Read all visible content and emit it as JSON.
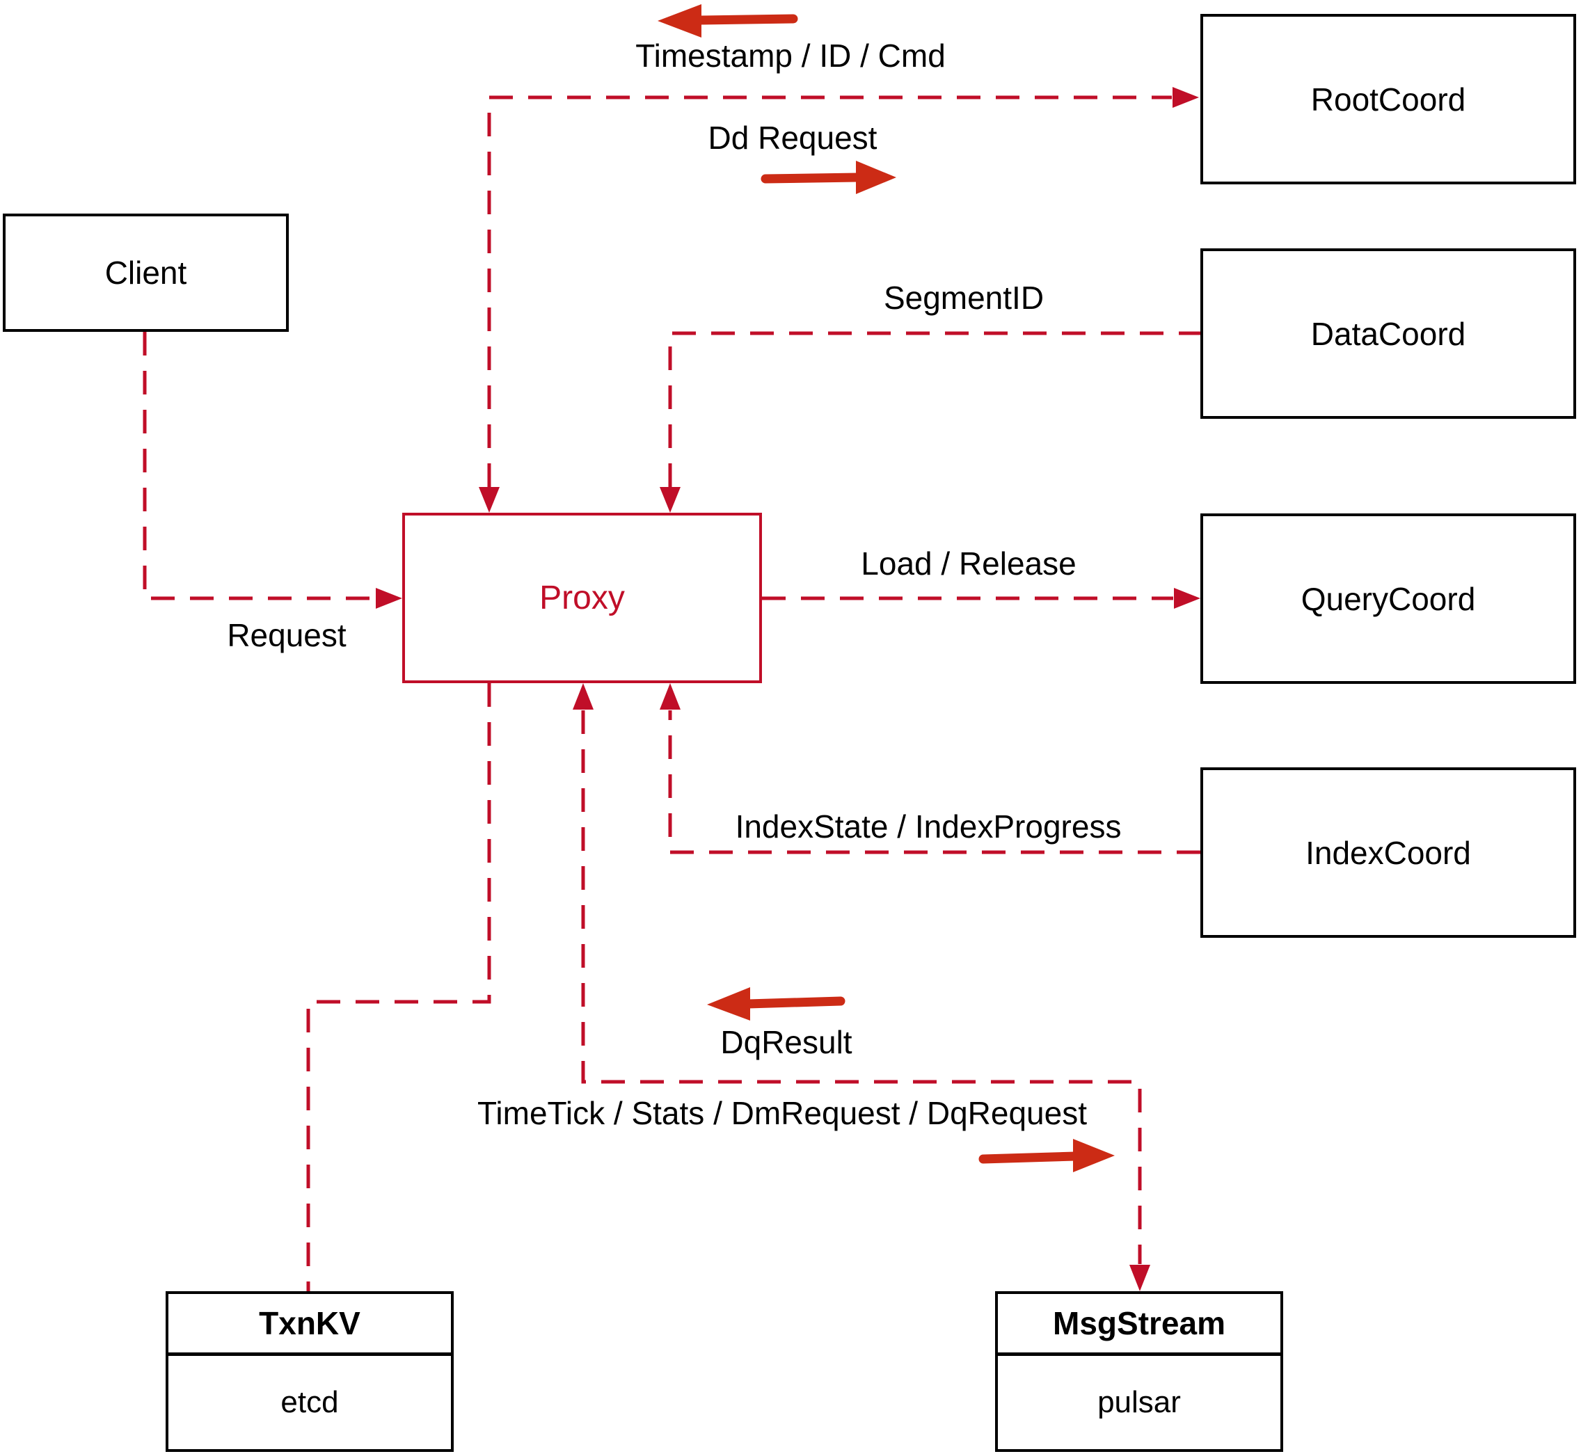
{
  "diagram": {
    "nodes": {
      "client": {
        "label": "Client"
      },
      "proxy": {
        "label": "Proxy"
      },
      "root_coord": {
        "label": "RootCoord"
      },
      "data_coord": {
        "label": "DataCoord"
      },
      "query_coord": {
        "label": "QueryCoord"
      },
      "index_coord": {
        "label": "IndexCoord"
      },
      "txn_kv": {
        "title": "TxnKV",
        "subtitle": "etcd"
      },
      "msg_stream": {
        "title": "MsgStream",
        "subtitle": "pulsar"
      }
    },
    "edge_labels": {
      "timestamp_id_cmd": "Timestamp / ID / Cmd",
      "dd_request": "Dd Request",
      "segment_id": "SegmentID",
      "request": "Request",
      "load_release": "Load / Release",
      "index_state_progress": "IndexState / IndexProgress",
      "dq_result": "DqResult",
      "timetick_stats": "TimeTick / Stats / DmRequest / DqRequest"
    },
    "colors": {
      "dash": "#c00e28",
      "arrow": "#cc2b15",
      "node-border": "#000000",
      "text": "#000000",
      "background": "#ffffff"
    }
  }
}
